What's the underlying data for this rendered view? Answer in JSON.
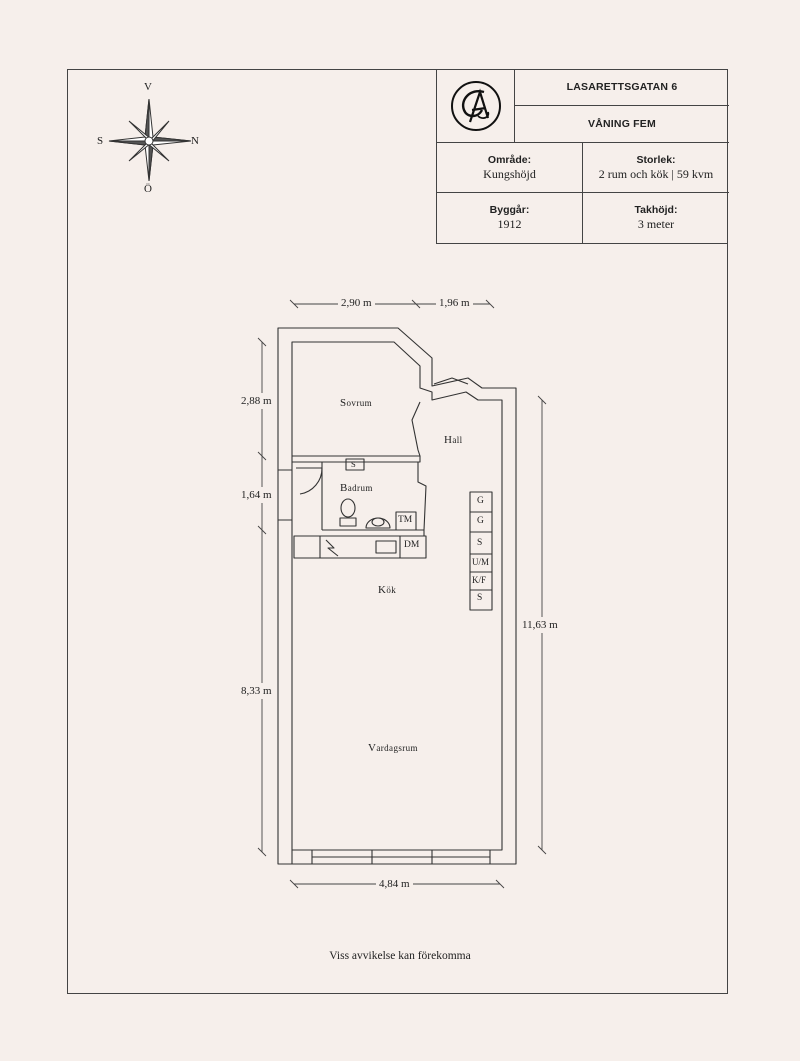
{
  "title_block": {
    "street": "LASARETTSGATAN 6",
    "floor": "VÅNING FEM",
    "area_label": "Område:",
    "area_value": "Kungshöjd",
    "size_label": "Storlek:",
    "size_value": "2 rum och kök | 59 kvm",
    "built_label": "Byggår:",
    "built_value": "1912",
    "ceiling_label": "Takhöjd:",
    "ceiling_value": "3 meter",
    "logo_icon": "monogram-logo"
  },
  "compass": {
    "north": "N",
    "south": "S",
    "west": "V",
    "east": "Ö",
    "icon": "compass-rose-icon"
  },
  "dimensions": {
    "top_left": "2,90 m",
    "top_right": "1,96 m",
    "left_bedroom": "2,88 m",
    "left_bathroom": "1,64 m",
    "left_living": "8,33 m",
    "right_total": "11,63 m",
    "bottom_width": "4,84 m"
  },
  "rooms": {
    "bedroom": {
      "first": "S",
      "rest": "ovrum"
    },
    "hall": {
      "first": "H",
      "rest": "all"
    },
    "bathroom": {
      "first": "B",
      "rest": "adrum"
    },
    "kitchen": {
      "first": "K",
      "rest": "ök"
    },
    "living": {
      "first": "V",
      "rest": "ardagsrum"
    }
  },
  "fixtures": {
    "shower": "S",
    "washer": "TM",
    "dishwasher": "DM",
    "wardrobe_1": "G",
    "wardrobe_2": "G",
    "cabinet_1": "S",
    "oven": "U/M",
    "fridge": "K/F",
    "cabinet_2": "S"
  },
  "disclaimer": "Viss avvikelse kan förekomma",
  "colors": {
    "background": "#f6efeb",
    "ink": "#222222"
  }
}
